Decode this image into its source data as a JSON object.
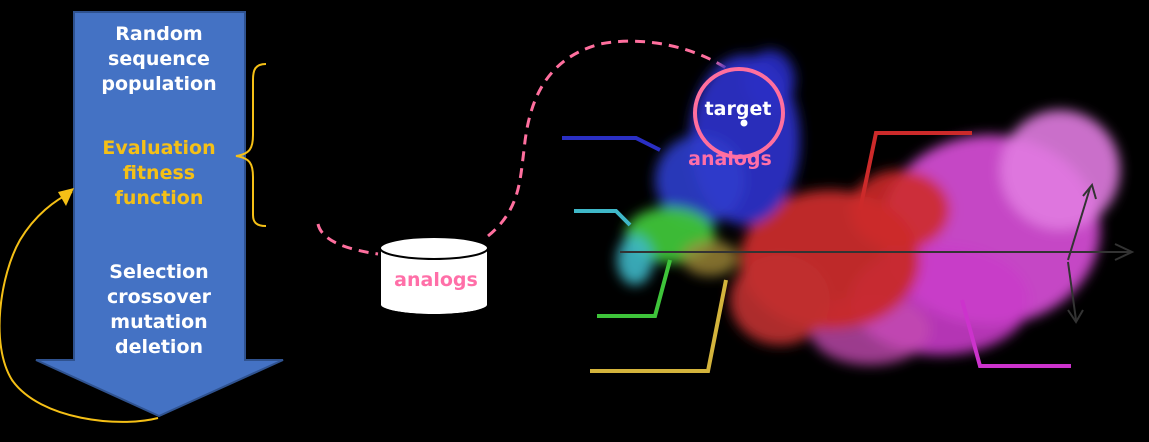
{
  "flow": {
    "step1": [
      "Random",
      "sequence",
      "population"
    ],
    "step2": [
      "Evaluation",
      "fitness",
      "function"
    ],
    "step3": [
      "Selection",
      "crossover",
      "mutation",
      "deletion"
    ]
  },
  "database": {
    "label": "analogs"
  },
  "cloud": {
    "target_label": "target",
    "analogs_label": "analogs"
  },
  "colors": {
    "arrow_fill": "#4472c4",
    "brace": "#f5c016",
    "dashed": "#ff6f9e",
    "blue": "#2a2fc4",
    "cyan": "#3fb8c8",
    "green": "#3ec43a",
    "yellow": "#d4b43c",
    "red": "#cc2a2a",
    "magenta": "#cc33cc"
  }
}
